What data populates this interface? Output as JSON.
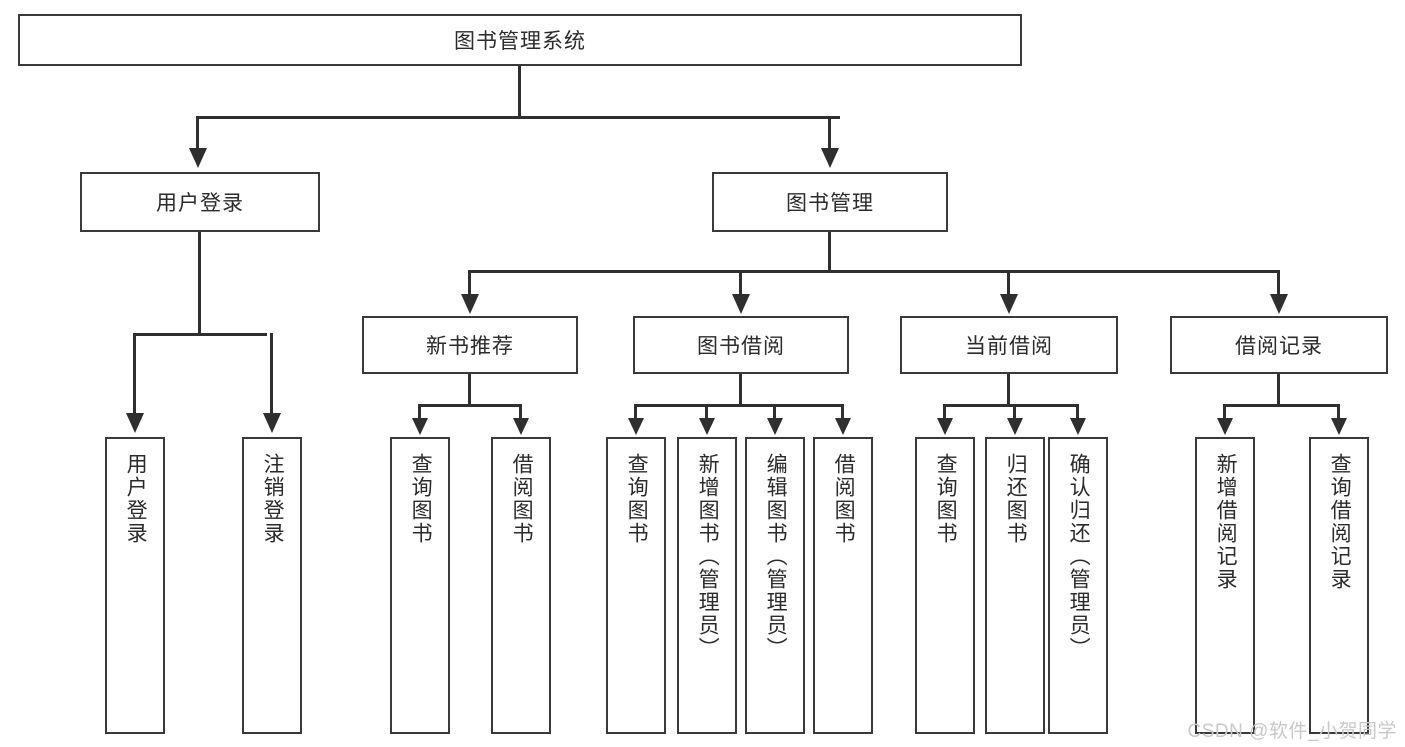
{
  "diagram": {
    "type": "tree-hierarchy-flowchart",
    "title": "图书管理系统",
    "watermark": "CSDN @软件_小贺同学",
    "colors": {
      "box_border": "#3a3a3a",
      "connector": "#2f2f2f",
      "text": "#2b2b2b",
      "background": "#ffffff",
      "watermark": "#c9c9c9"
    },
    "levels": {
      "root": {
        "label": "图书管理系统"
      },
      "level2": [
        {
          "label": "用户登录"
        },
        {
          "label": "图书管理"
        }
      ],
      "level3": [
        {
          "label": "新书推荐"
        },
        {
          "label": "图书借阅"
        },
        {
          "label": "当前借阅"
        },
        {
          "label": "借阅记录"
        }
      ],
      "leaves": {
        "user_login": [
          {
            "label": "用户登录"
          },
          {
            "label": "注销登录"
          }
        ],
        "new_book": [
          {
            "label": "查询图书"
          },
          {
            "label": "借阅图书"
          }
        ],
        "book_borrow": [
          {
            "label": "查询图书"
          },
          {
            "label": "新增图书（管理员）"
          },
          {
            "label": "编辑图书（管理员）"
          },
          {
            "label": "借阅图书"
          }
        ],
        "current_borrow": [
          {
            "label": "查询图书"
          },
          {
            "label": "归还图书"
          },
          {
            "label": "确认归还（管理员）"
          }
        ],
        "borrow_record": [
          {
            "label": "新增借阅记录"
          },
          {
            "label": "查询借阅记录"
          }
        ]
      }
    }
  }
}
